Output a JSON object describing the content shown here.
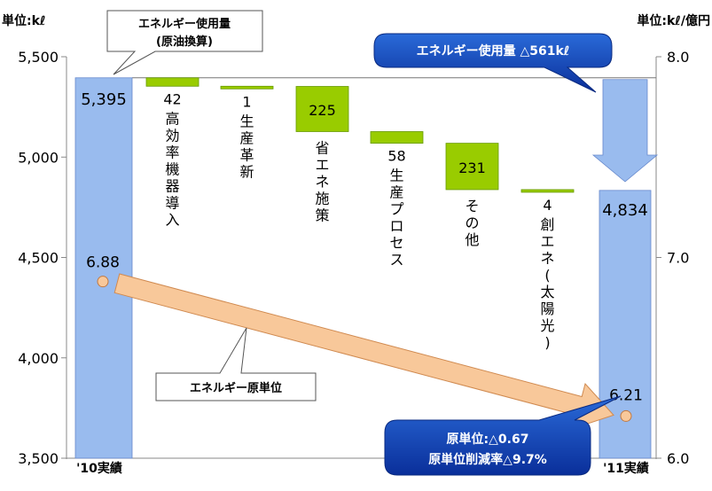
{
  "chart_data": {
    "type": "bar",
    "subtype": "waterfall",
    "left_axis": {
      "unit_label": "単位:kℓ",
      "ylim": [
        3500,
        5500
      ],
      "ticks": [
        "5,500",
        "5,000",
        "4,500",
        "4,000",
        "3,500"
      ]
    },
    "right_axis": {
      "unit_label": "単位:kℓ/億円",
      "ylim": [
        6.0,
        8.0
      ],
      "ticks": [
        "8.0",
        "7.0",
        "6.0"
      ]
    },
    "start": {
      "category": "'10実績",
      "value": 5395,
      "value_label": "5,395",
      "intensity": 6.88,
      "intensity_label": "6.88"
    },
    "end": {
      "category": "'11実績",
      "value": 4834,
      "value_label": "4,834",
      "intensity": 6.21,
      "intensity_label": "6.21"
    },
    "decrements": [
      {
        "category": "高効率機器導入",
        "value": 42,
        "value_label": "42"
      },
      {
        "category": "生産革新",
        "value": 1,
        "value_label": "1"
      },
      {
        "category": "省エネ施策",
        "value": 225,
        "value_label": "225"
      },
      {
        "category": "生産プロセス",
        "value": 58,
        "value_label": "58"
      },
      {
        "category": "その他",
        "value": 231,
        "value_label": "231"
      },
      {
        "category": "創エネ(太陽光)",
        "value": 4,
        "value_label": "4"
      }
    ],
    "annotations": {
      "energy_usage_callout": [
        "エネルギー使用量",
        "(原油換算)"
      ],
      "intensity_callout": "エネルギー原単位",
      "usage_change": "エネルギー使用量 △561kℓ",
      "intensity_change": [
        "原単位:△0.67",
        "原単位削減率△9.7%"
      ]
    },
    "colors": {
      "total_bar": "#99bbee",
      "decrement_bar": "#99cc00",
      "intensity_arrow": "#f8c89a",
      "callout_dark": "#0033aa",
      "usage_arrow": "#99bbee"
    }
  }
}
